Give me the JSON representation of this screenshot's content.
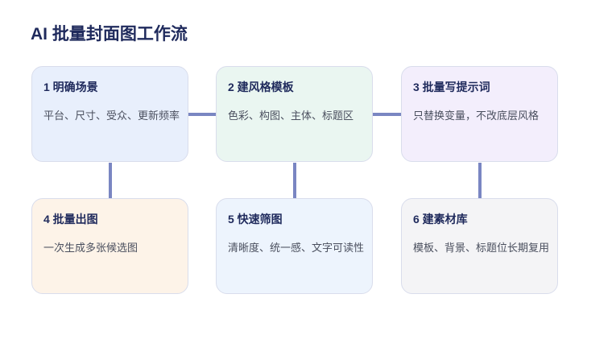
{
  "title": "AI 批量封面图工作流",
  "steps": [
    {
      "title": "1 明确场景",
      "desc": "平台、尺寸、受众、更新频率",
      "color": "#e8effc"
    },
    {
      "title": "2 建风格模板",
      "desc": "色彩、构图、主体、标题区",
      "color": "#eaf6f1"
    },
    {
      "title": "3 批量写提示词",
      "desc": "只替换变量，不改底层风格",
      "color": "#f3eefc"
    },
    {
      "title": "4 批量出图",
      "desc": "一次生成多张候选图",
      "color": "#fdf3e8"
    },
    {
      "title": "5 快速筛图",
      "desc": "清晰度、统一感、文字可读性",
      "color": "#edf4fd"
    },
    {
      "title": "6 建素材库",
      "desc": "模板、背景、标题位长期复用",
      "color": "#f4f4f6"
    }
  ],
  "connector_color": "#7a86c2"
}
